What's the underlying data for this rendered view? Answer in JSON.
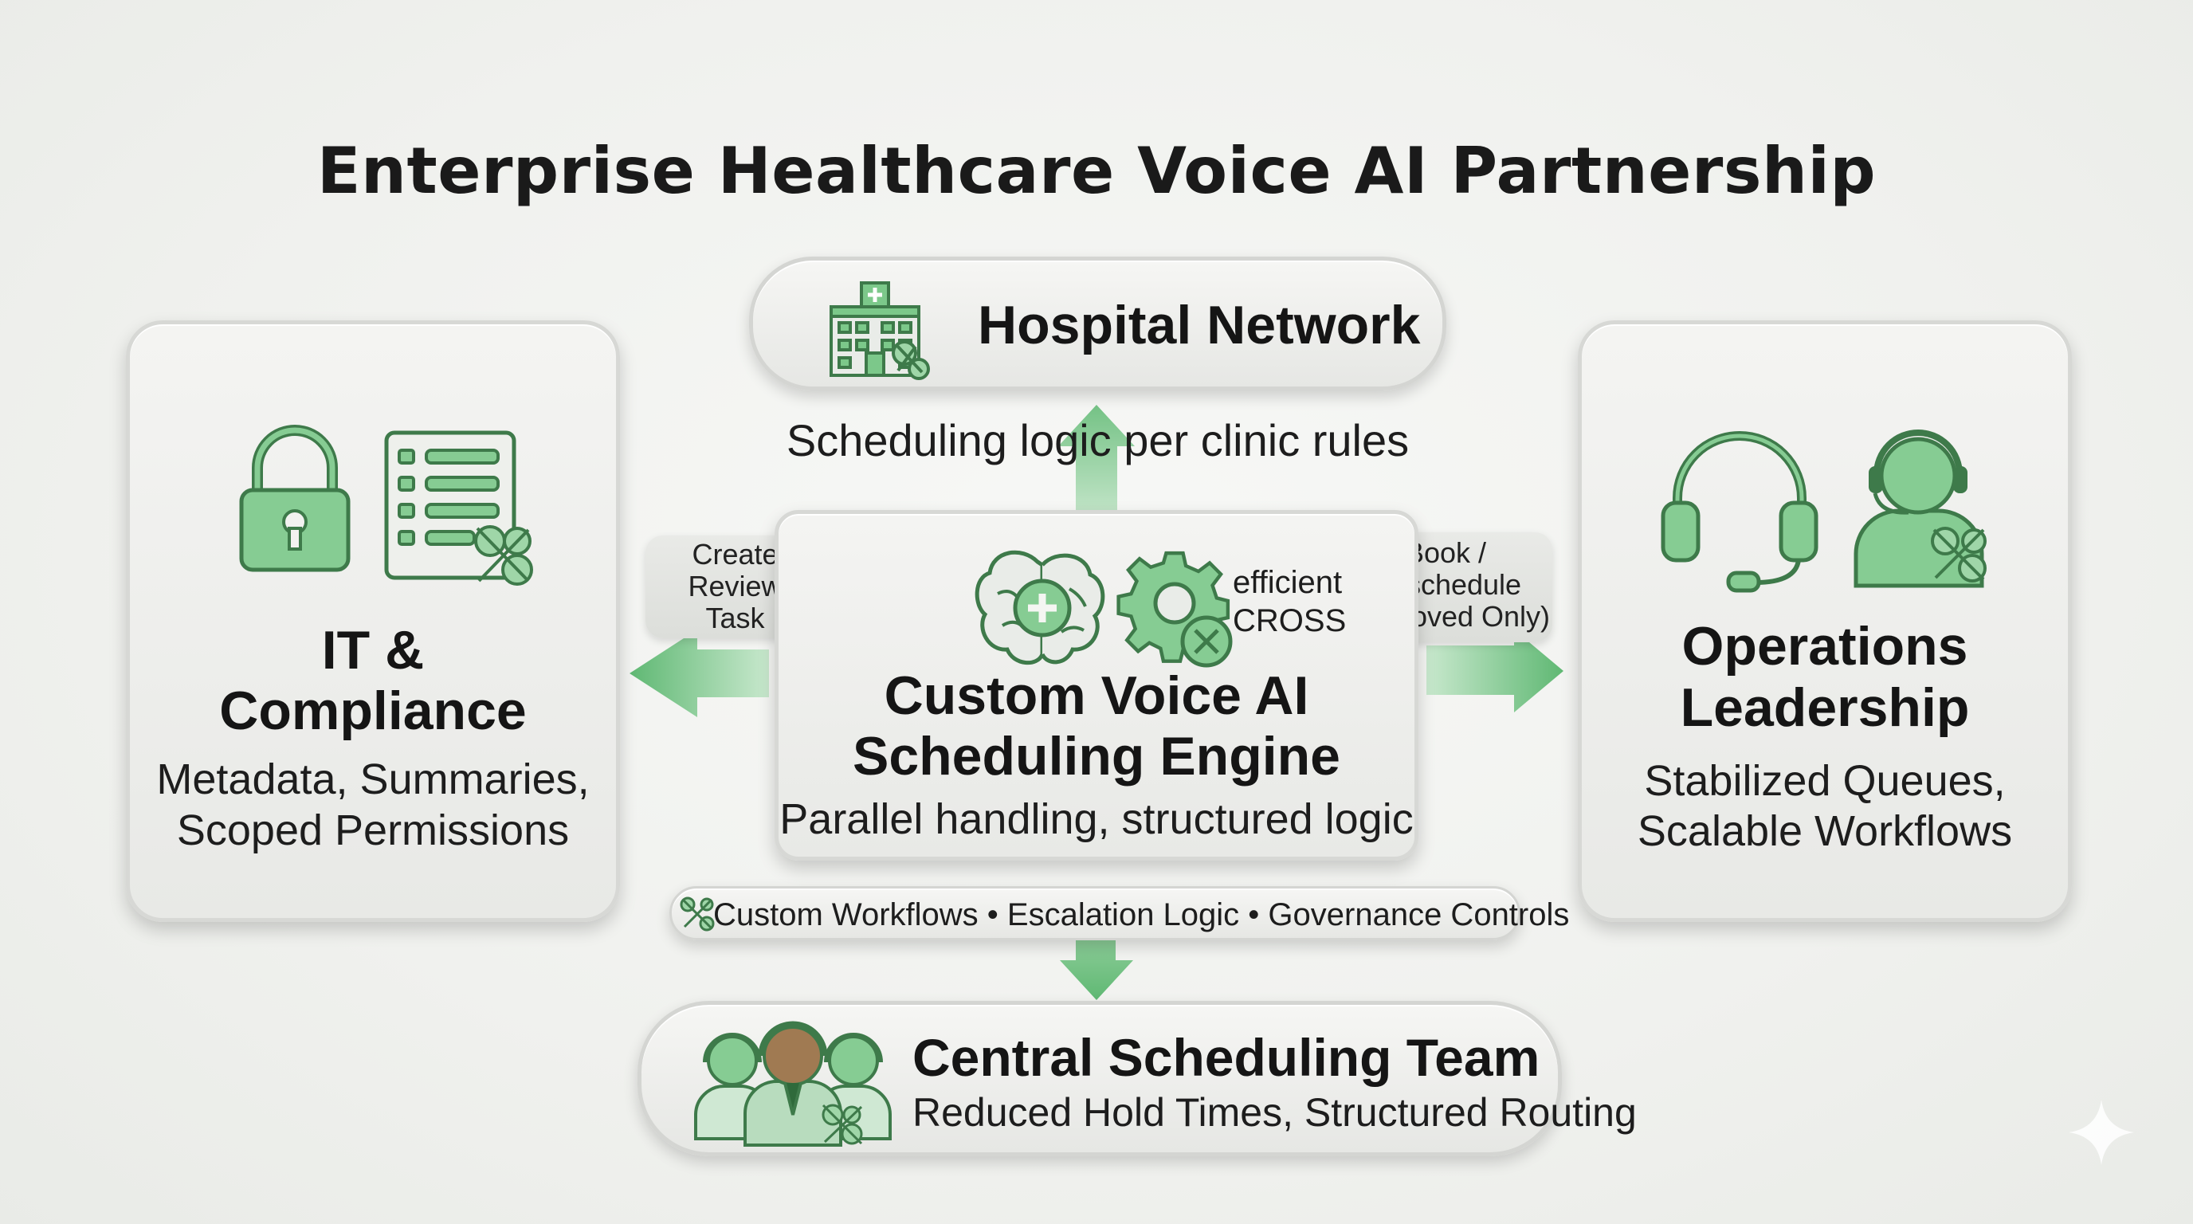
{
  "title": "Enterprise Healthcare Voice AI Partnership",
  "colors": {
    "accent": "#6fbe7d",
    "accent_dark": "#3c7a48",
    "card_bg": "#ebecea",
    "text": "#151515"
  },
  "hospital": {
    "label": "Hospital Network",
    "caption": "Scheduling logic  per clinic rules",
    "icon": "hospital-building-icon"
  },
  "it": {
    "title_line1": "IT &",
    "title_line2": "Compliance",
    "sub_line1": "Metadata, Summaries,",
    "sub_line2": "Scoped Permissions",
    "icons": [
      "lock-icon",
      "checklist-icon"
    ]
  },
  "ops": {
    "title_line1": "Operations",
    "title_line2": "Leadership",
    "sub_line1": "Stabilized Queues,",
    "sub_line2": "Scalable Workflows",
    "icons": [
      "headset-icon",
      "agent-headset-icon"
    ]
  },
  "engine": {
    "title_line1": "Custom Voice AI",
    "title_line2": "Scheduling Engine",
    "subtitle": "Parallel handling, structured logic",
    "icon_label_line1": "efficient",
    "icon_label_line2": "CROSS",
    "icons": [
      "brain-icon",
      "gear-icon"
    ]
  },
  "left_tag": {
    "line1": "Create",
    "line2": "Review",
    "line3": "Task"
  },
  "right_tag": {
    "line1": "Book /",
    "line2": "Reschedule",
    "line3": "(Approved Only)"
  },
  "features": {
    "text": "Custom Workflows • Escalation Logic • Governance Controls",
    "icon": "tools-icon"
  },
  "team": {
    "label": "Central Scheduling Team",
    "subtitle": "Reduced Hold Times, Structured Routing",
    "icon": "team-agents-icon"
  },
  "watermark_icon": "sparkle-icon"
}
